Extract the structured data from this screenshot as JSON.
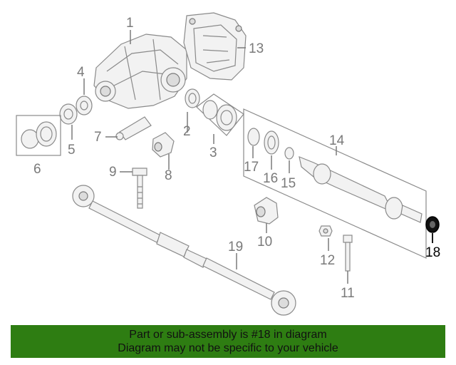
{
  "callouts": [
    {
      "num": "1"
    },
    {
      "num": "2"
    },
    {
      "num": "3"
    },
    {
      "num": "4"
    },
    {
      "num": "5"
    },
    {
      "num": "6"
    },
    {
      "num": "7"
    },
    {
      "num": "8"
    },
    {
      "num": "9"
    },
    {
      "num": "10"
    },
    {
      "num": "11"
    },
    {
      "num": "12"
    },
    {
      "num": "13"
    },
    {
      "num": "14"
    },
    {
      "num": "15"
    },
    {
      "num": "16"
    },
    {
      "num": "17"
    },
    {
      "num": "18"
    },
    {
      "num": "19"
    }
  ],
  "highlighted_part": "18",
  "banner": {
    "line1": "Part or sub-assembly is #18 in diagram",
    "line2": "Diagram may not be specific to your vehicle",
    "color": "#2e7d12"
  }
}
